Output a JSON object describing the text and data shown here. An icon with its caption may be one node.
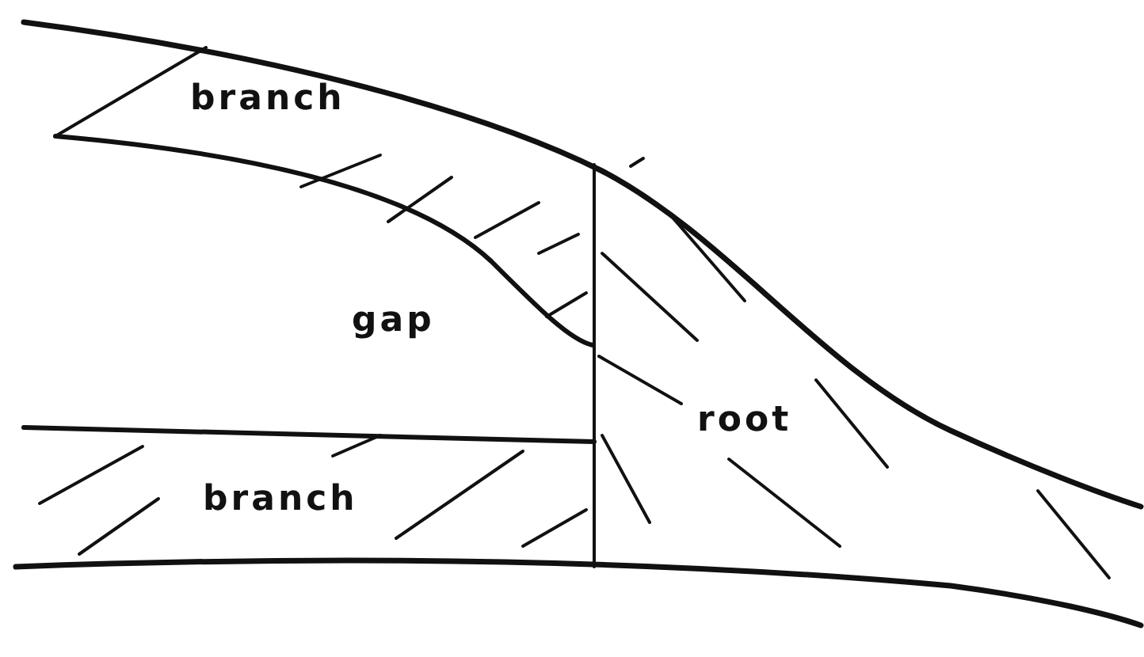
{
  "diagram": {
    "labels": [
      "branch",
      "gap",
      "root",
      "branch"
    ]
  }
}
